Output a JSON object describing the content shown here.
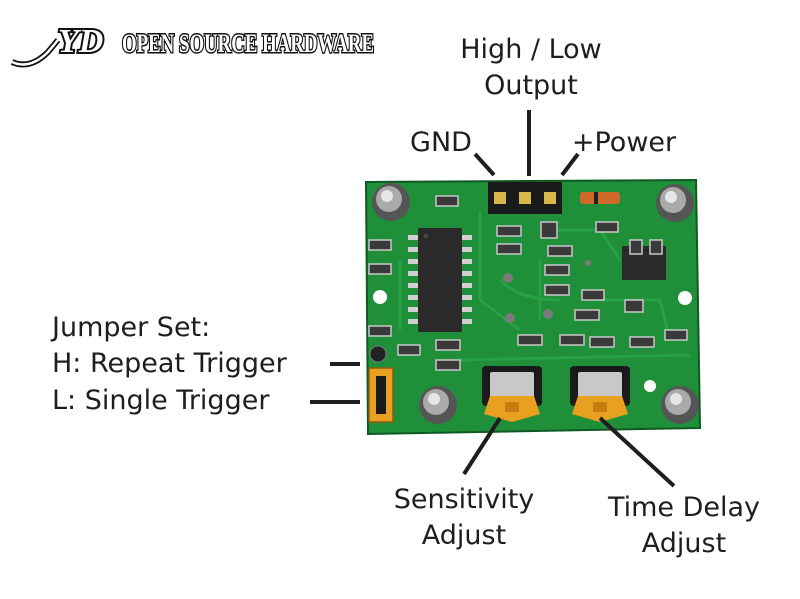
{
  "logo": {
    "mark": "YD",
    "text": "OPEN SOURCE HARDWARE"
  },
  "labels": {
    "output": [
      "High / Low",
      "Output"
    ],
    "gnd": "GND",
    "power": "+Power",
    "jumper": [
      "Jumper Set:",
      "H: Repeat Trigger",
      "L: Single Trigger"
    ],
    "sensitivity": [
      "Sensitivity",
      "Adjust"
    ],
    "time_delay": [
      "Time Delay",
      "Adjust"
    ]
  },
  "colors": {
    "pcb": "#1f8f3a",
    "pcb_dark": "#156b2a",
    "text": "#1e1e1e",
    "pot": "#e8a020",
    "chip": "#2a2a2a"
  }
}
